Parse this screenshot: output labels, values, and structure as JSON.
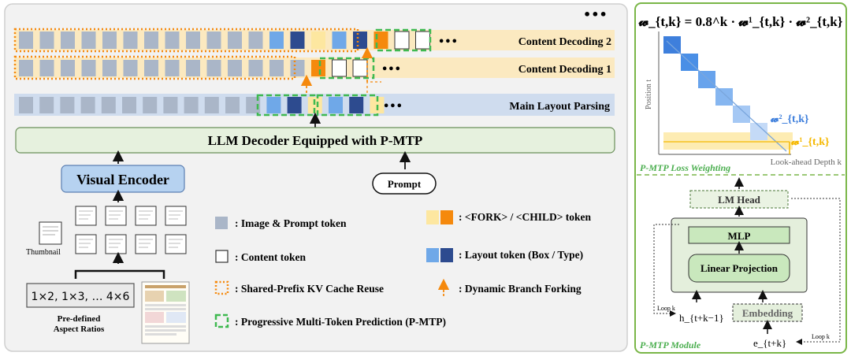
{
  "rows": {
    "content2": "Content Decoding 2",
    "content1": "Content Decoding 1",
    "main": "Main Layout Parsing",
    "ellipsis": "•••",
    "top_ellipsis": "•••"
  },
  "llm_decoder": "LLM Decoder Equipped with P-MTP",
  "visual_encoder": "Visual Encoder",
  "prompt": "Prompt",
  "thumbnail": "Thumbnail",
  "aspect_ratios": "1×2, 1×3, … 4×6",
  "predefined": [
    "Pre-defined",
    "Aspect Ratios"
  ],
  "legend": {
    "image_prompt": ": Image & Prompt token",
    "content": ": Content token",
    "kv_cache": ": Shared-Prefix KV Cache Reuse",
    "pmtp": ": Progressive Multi-Token Prediction (P-MTP)",
    "fork_child": ": <FORK>  / <CHILD> token",
    "layout": ": Layout token (Box / Type)",
    "branch": ": Dynamic Branch Forking"
  },
  "right_panel": {
    "formula": "𝔀_{t,k} = 0.8^k · 𝔀¹_{t,k} · 𝔀²_{t,k}",
    "position_axis": "Position t",
    "depth_axis": "Look-ahead Depth k",
    "w2_label": "𝔀²_{t,k}",
    "w1_label": "𝔀¹_{t,k}",
    "loss_title": "P-MTP Loss Weighting",
    "module_title": "P-MTP Module",
    "lm_head": "LM Head",
    "mlp": "MLP",
    "linear_projection": "Linear Projection",
    "embedding": "Embedding",
    "loop_k": "Loop k",
    "h_label": "h_{t+k−1}",
    "e_label": "e_{t+k}"
  },
  "colors": {
    "gray_token": "#aab6c8",
    "light_blue": "#6fa8e8",
    "dark_blue": "#2d4b8f",
    "fork": "#fde7a0",
    "child": "#f5890d",
    "green": "#3fb950",
    "orange": "#f5890d",
    "panel_border": "#7ab648"
  }
}
